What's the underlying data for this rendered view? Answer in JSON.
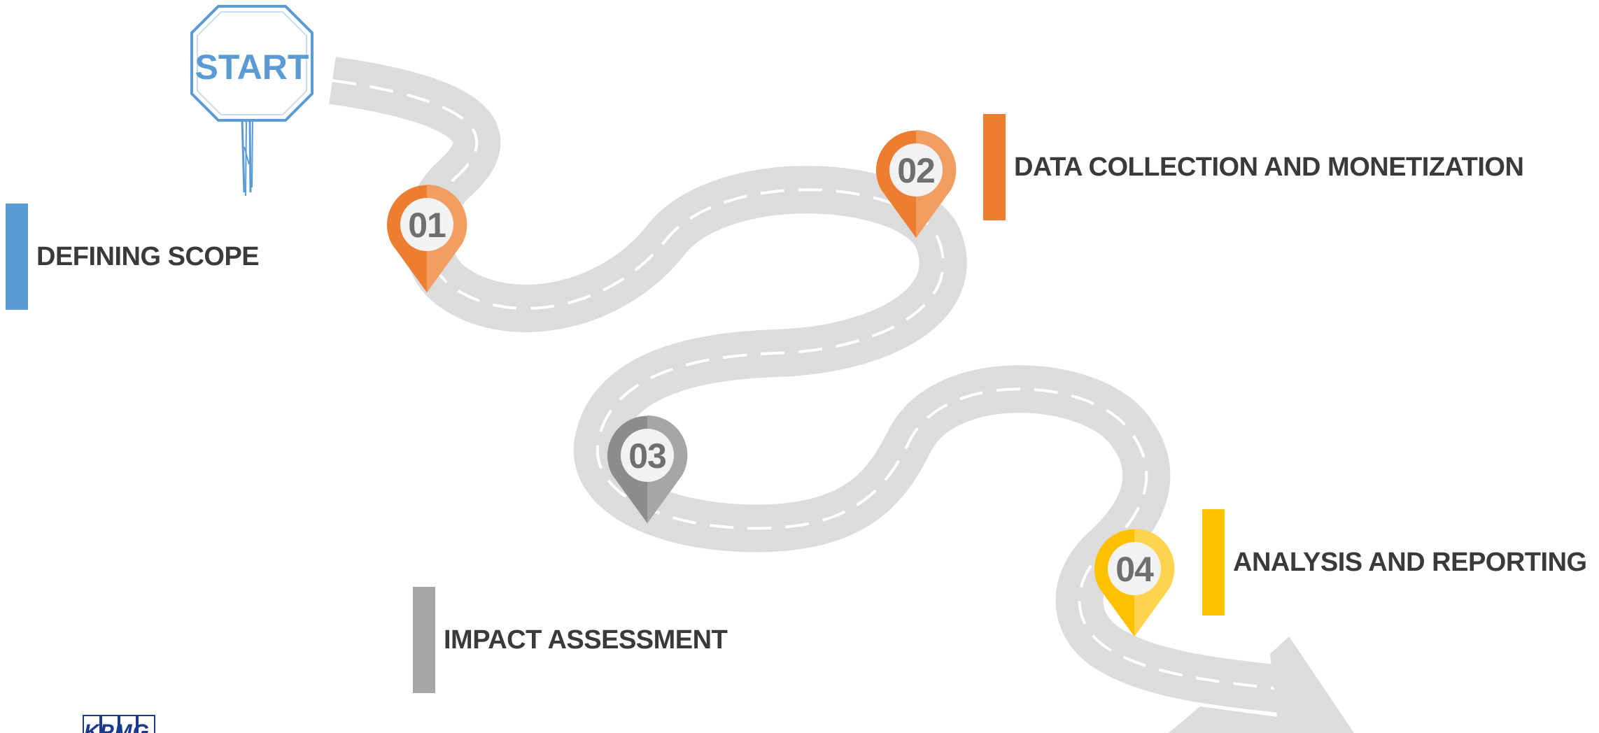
{
  "start_sign": {
    "text": "START"
  },
  "steps": [
    {
      "number": "01",
      "label": "DEFINING SCOPE"
    },
    {
      "number": "02",
      "label": "DATA COLLECTION AND MONETIZATION"
    },
    {
      "number": "03",
      "label": "IMPACT ASSESSMENT"
    },
    {
      "number": "04",
      "label": "ANALYSIS AND REPORTING"
    }
  ],
  "logo": {
    "text": "KPMG"
  },
  "colors": {
    "road": "#dcdcdc",
    "road_dash": "#ffffff",
    "start_blue": "#5b9bd5",
    "step1": "#ed7d31",
    "step1_light": "#f29d62",
    "step2": "#ed7d31",
    "step2_light": "#f29d62",
    "step3": "#8c8c8c",
    "step3_light": "#a6a6a6",
    "step4": "#ffc000",
    "step4_light": "#ffd34d",
    "bar1": "#5b9bd5",
    "bar2": "#ed7d31",
    "bar3": "#a6a6a6",
    "bar4": "#ffc000",
    "label_text": "#3a3a3a",
    "logo_blue": "#1a3a8a"
  }
}
